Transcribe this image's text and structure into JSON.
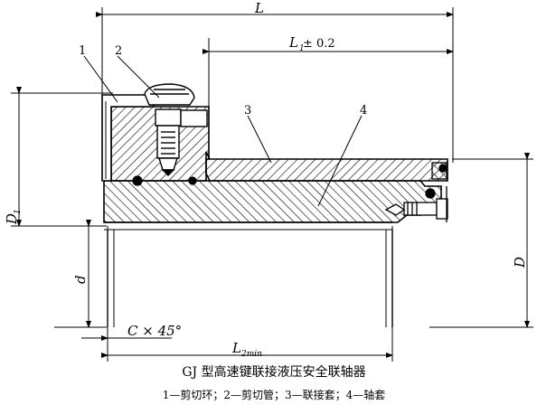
{
  "dimensions": {
    "L": "L",
    "L1": "L",
    "L1_sub": "1",
    "L1_tol": " ± 0.2",
    "D1": "D",
    "D1_sub": "1",
    "D": "D",
    "d": "d",
    "chamfer": "C × 45°",
    "L2": "L",
    "L2_sub": "2min"
  },
  "part_numbers": [
    "1",
    "2",
    "3",
    "4"
  ],
  "caption": {
    "title": "GJ 型高速键联接液压安全联轴器",
    "legend": "1—剪切环；2—剪切管；3—联接套；4—轴套"
  }
}
